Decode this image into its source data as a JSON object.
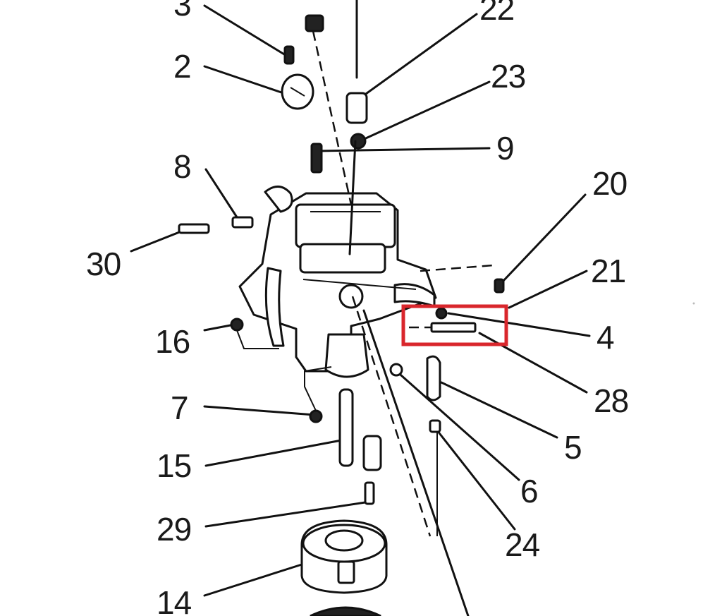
{
  "diagram": {
    "part_labels": [
      "3",
      "22",
      "2",
      "23",
      "9",
      "8",
      "20",
      "30",
      "21",
      "16",
      "4",
      "28",
      "7",
      "5",
      "15",
      "6",
      "29",
      "24",
      "14"
    ],
    "highlight_color": "#d9262c",
    "ink_color": "#111111"
  }
}
